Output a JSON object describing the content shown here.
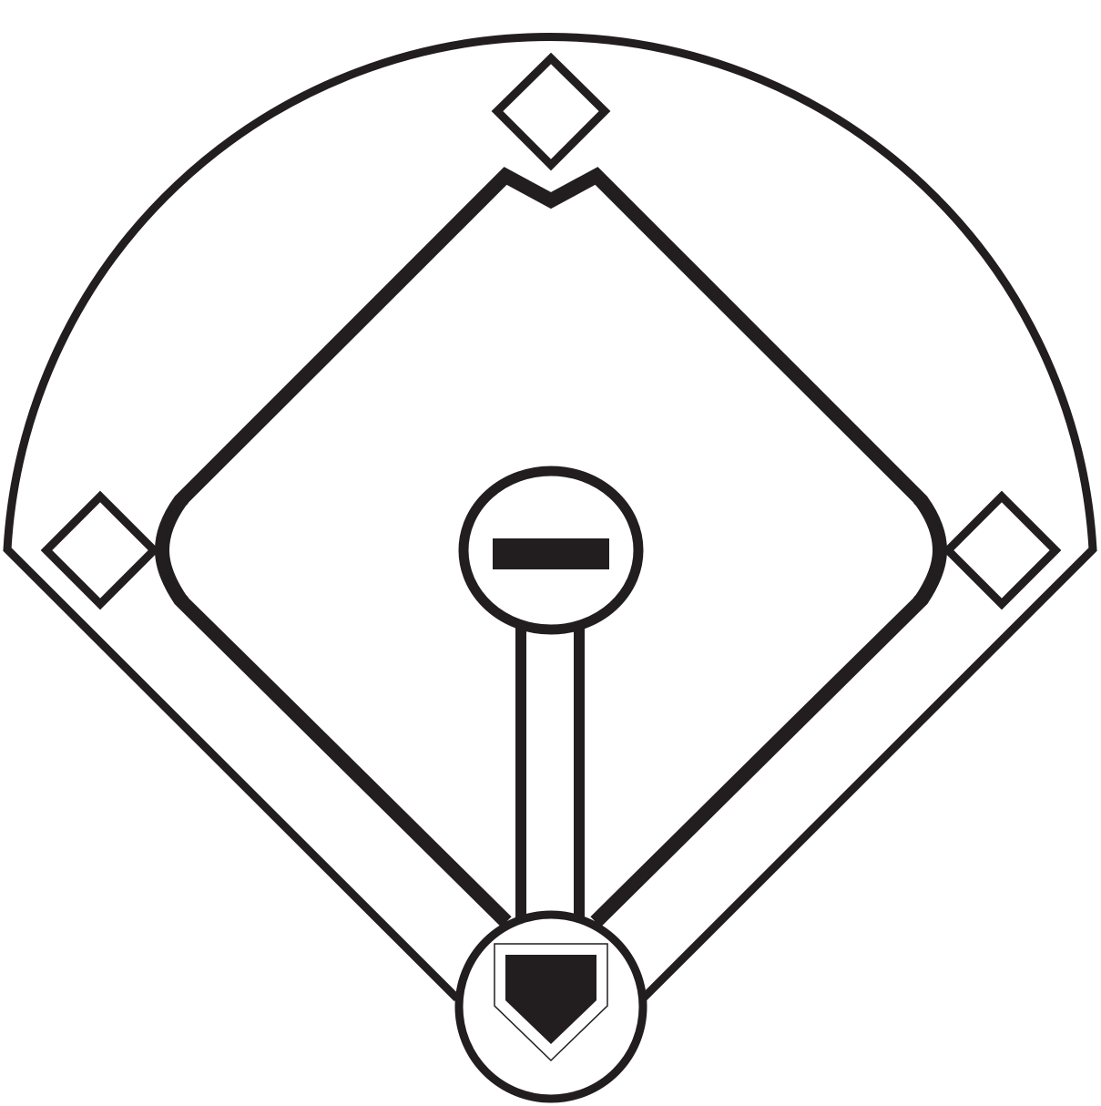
{
  "diagram": {
    "colors": {
      "background": "#ffffff",
      "line": "#221e1f",
      "fill": "#ffffff"
    },
    "shapes": [
      "outfield-fence",
      "infield-dirt-outline",
      "second-base",
      "first-base",
      "third-base",
      "pitchers-mound",
      "pitchers-rubber",
      "home-to-mound-path",
      "home-plate-circle",
      "home-plate"
    ]
  }
}
